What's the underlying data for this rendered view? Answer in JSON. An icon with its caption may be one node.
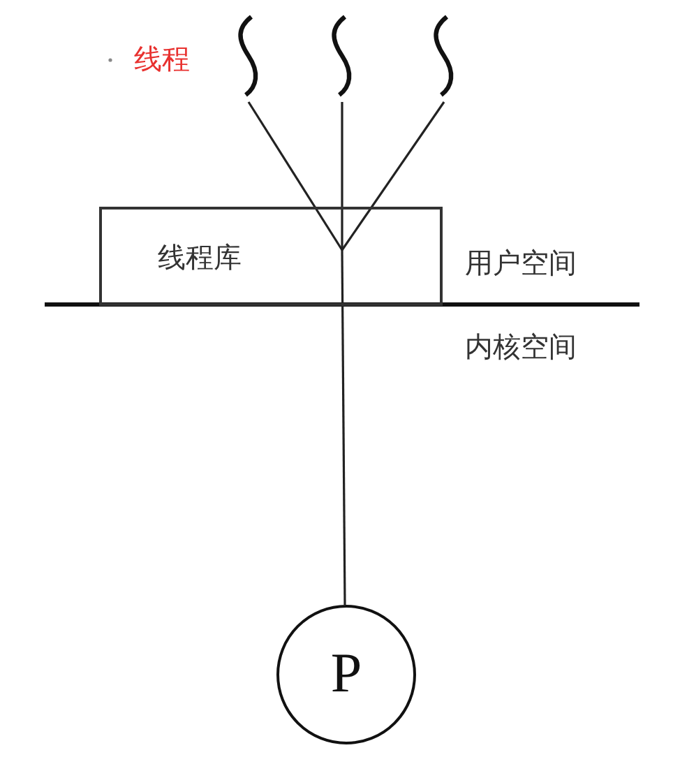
{
  "diagram": {
    "nodes": [
      {
        "text": [],
        "shape": "squiggle"
      },
      {
        "text": [],
        "shape": "squiggle"
      },
      {
        "text": [],
        "shape": "squiggle"
      },
      {
        "text": [
          "线程库"
        ]
      },
      {
        "text": [
          "P"
        ]
      }
    ],
    "edges": [
      {
        "from": 0,
        "to": 3,
        "arrow": "none"
      },
      {
        "from": 1,
        "to": 3,
        "arrow": "none"
      },
      {
        "from": 2,
        "to": 3,
        "arrow": "none"
      },
      {
        "from": 3,
        "to": 4,
        "arrow": "none"
      }
    ],
    "labels": [
      "线程",
      "用户空间",
      "内核空间"
    ]
  }
}
